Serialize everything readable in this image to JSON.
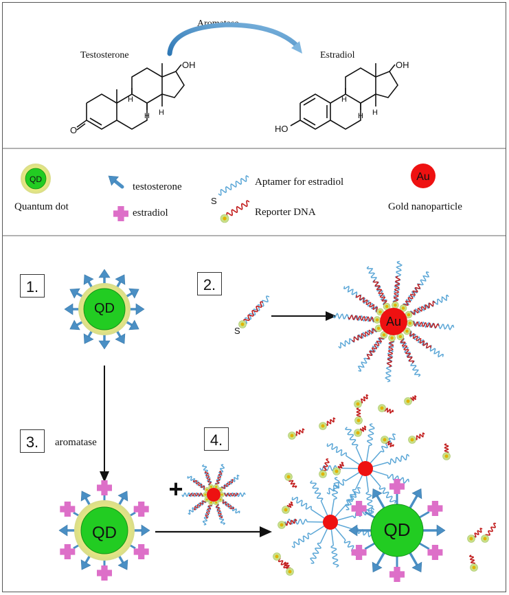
{
  "reaction": {
    "enzyme": "Aromatase",
    "substrate": "Testosterone",
    "product": "Estradiol",
    "oh_label": "OH",
    "h_label": "H",
    "o_label": "O",
    "ho_label": "HO"
  },
  "legend": {
    "qd_badge": "QD",
    "qd_label": "Quantum dot",
    "testosterone_label": "testosterone",
    "estradiol_label": "estradiol",
    "aptamer_label": "Aptamer for estradiol",
    "s_label": "S",
    "reporter_label": "Reporter DNA",
    "au_badge": "Au",
    "gold_label": "Gold nanoparticle"
  },
  "steps": {
    "step1": "1.",
    "step2": "2.",
    "step3": "3.",
    "step4": "4.",
    "aromatase_label": "aromatase",
    "plus": "+",
    "qd": "QD",
    "au": "Au",
    "s": "S"
  },
  "colors": {
    "qd_green": "#22cc22",
    "halo": "#e2e27a",
    "arrow_blue": "#4a8fc4",
    "estradiol_pink": "#dd6fc8",
    "gold_red": "#ee1111",
    "aptamer_blue": "#5aa6d6",
    "reporter_red": "#c21d1d"
  }
}
